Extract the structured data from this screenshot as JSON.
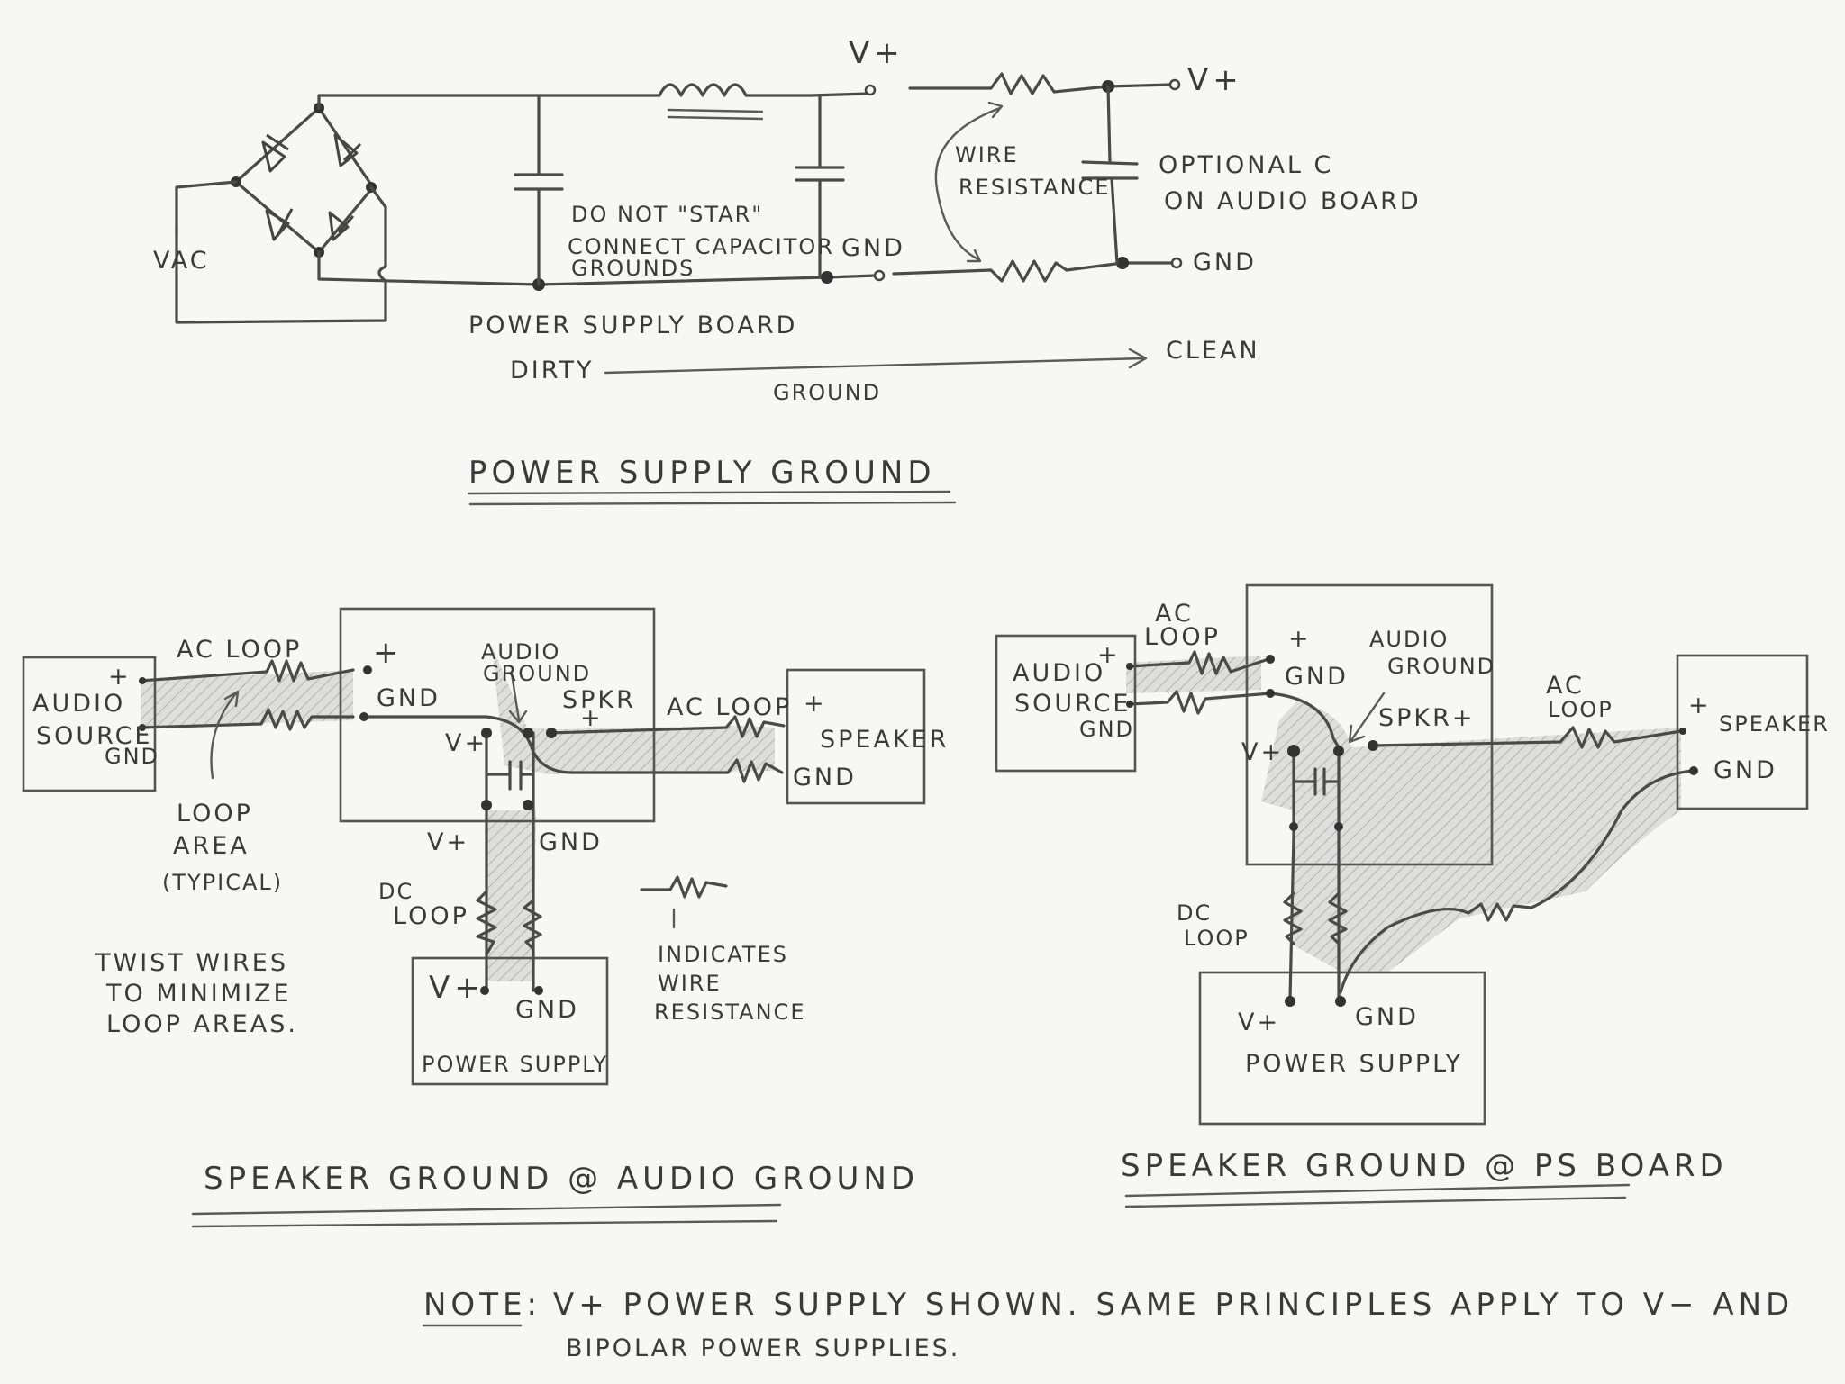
{
  "power_supply_ground": {
    "title": "POWER SUPPLY GROUND",
    "vac": "VAC",
    "v_plus_top": "V+",
    "v_plus_out": "V+",
    "gnd_mid": "GND",
    "gnd_out": "GND",
    "star_note": [
      "DO NOT \"STAR\"",
      "CONNECT CAPACITOR",
      "GROUNDS"
    ],
    "wire_resistance": [
      "WIRE",
      "RESISTANCE"
    ],
    "optional_c": [
      "OPTIONAL C",
      "ON AUDIO BOARD"
    ],
    "board_label": "POWER SUPPLY BOARD",
    "dirty": "DIRTY",
    "clean": "CLEAN",
    "ground": "GROUND"
  },
  "left_diagram": {
    "title": "SPEAKER GROUND @ AUDIO GROUND",
    "audio_source": [
      "AUDIO",
      "SOURCE"
    ],
    "plus_src": "+",
    "gnd_src": "GND",
    "ac_loop_1": "AC LOOP",
    "plus_board": "+",
    "gnd_board": "GND",
    "audio_ground": [
      "AUDIO",
      "GROUND"
    ],
    "spkr": "SPKR",
    "spkr_plus": "+",
    "ac_loop_2": "AC LOOP",
    "speaker": "SPEAKER",
    "plus_spk": "+",
    "gnd_spk": "GND",
    "v_plus_board": "V+",
    "v_plus_wire": "V+",
    "gnd_wire": "GND",
    "dc_loop": [
      "DC",
      "LOOP"
    ],
    "loop_area": [
      "LOOP",
      "AREA",
      "(TYPICAL)"
    ],
    "twist": [
      "TWIST WIRES",
      "TO MINIMIZE",
      "LOOP AREAS."
    ],
    "indicates": [
      "INDICATES",
      "WIRE",
      "RESISTANCE"
    ],
    "ps_v_plus": "V+",
    "ps_gnd": "GND",
    "power_supply": "POWER SUPPLY"
  },
  "right_diagram": {
    "title": "SPEAKER GROUND @ PS BOARD",
    "audio_source": [
      "AUDIO",
      "SOURCE"
    ],
    "plus_src": "+",
    "gnd_src": "GND",
    "ac_loop_1": [
      "AC",
      "LOOP"
    ],
    "plus_board": "+",
    "gnd_board": "GND",
    "audio_ground": [
      "AUDIO",
      "GROUND"
    ],
    "spkr_plus": "SPKR+",
    "ac_loop_2": [
      "AC",
      "LOOP"
    ],
    "speaker": "SPEAKER",
    "plus_spk": "+",
    "gnd_spk": "GND",
    "v_plus_board": "V+",
    "dc_loop": [
      "DC",
      "LOOP"
    ],
    "ps_v_plus": "V+",
    "ps_gnd": "GND",
    "power_supply": "POWER SUPPLY"
  },
  "note": {
    "label": "NOTE:",
    "line1": "V+ POWER SUPPLY SHOWN. SAME PRINCIPLES APPLY TO V− AND",
    "line2": "BIPOLAR POWER SUPPLIES."
  }
}
